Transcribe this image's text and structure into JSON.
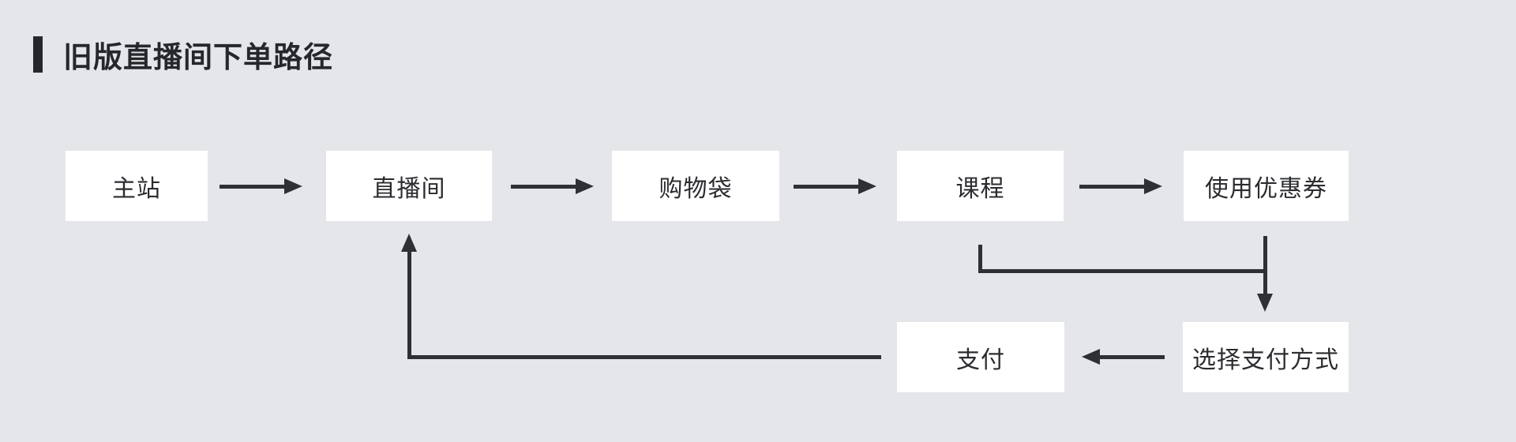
{
  "page": {
    "title": "旧版直播间下单路径"
  },
  "flowchart": {
    "nodes": {
      "main_site": {
        "label": "主站"
      },
      "live_room": {
        "label": "直播间"
      },
      "shopping_bag": {
        "label": "购物袋"
      },
      "course": {
        "label": "课程"
      },
      "use_coupon": {
        "label": "使用优惠券"
      },
      "pay": {
        "label": "支付"
      },
      "choose_payment": {
        "label": "选择支付方式"
      }
    },
    "edges": [
      {
        "from": "主站",
        "to": "直播间",
        "direction": "right"
      },
      {
        "from": "直播间",
        "to": "购物袋",
        "direction": "right"
      },
      {
        "from": "购物袋",
        "to": "课程",
        "direction": "right"
      },
      {
        "from": "课程",
        "to": "使用优惠券",
        "direction": "right"
      },
      {
        "from": "课程",
        "to": "选择支付方式",
        "direction": "down-merge"
      },
      {
        "from": "使用优惠券",
        "to": "选择支付方式",
        "direction": "down"
      },
      {
        "from": "选择支付方式",
        "to": "支付",
        "direction": "left"
      },
      {
        "from": "支付",
        "to": "直播间",
        "direction": "left-up"
      }
    ],
    "colors": {
      "background": "#e5e6e9",
      "node_bg": "#ffffff",
      "line": "#2f3035",
      "text": "#2b2c30",
      "title_accent": "#26272b",
      "title_text": "#26272b"
    }
  }
}
